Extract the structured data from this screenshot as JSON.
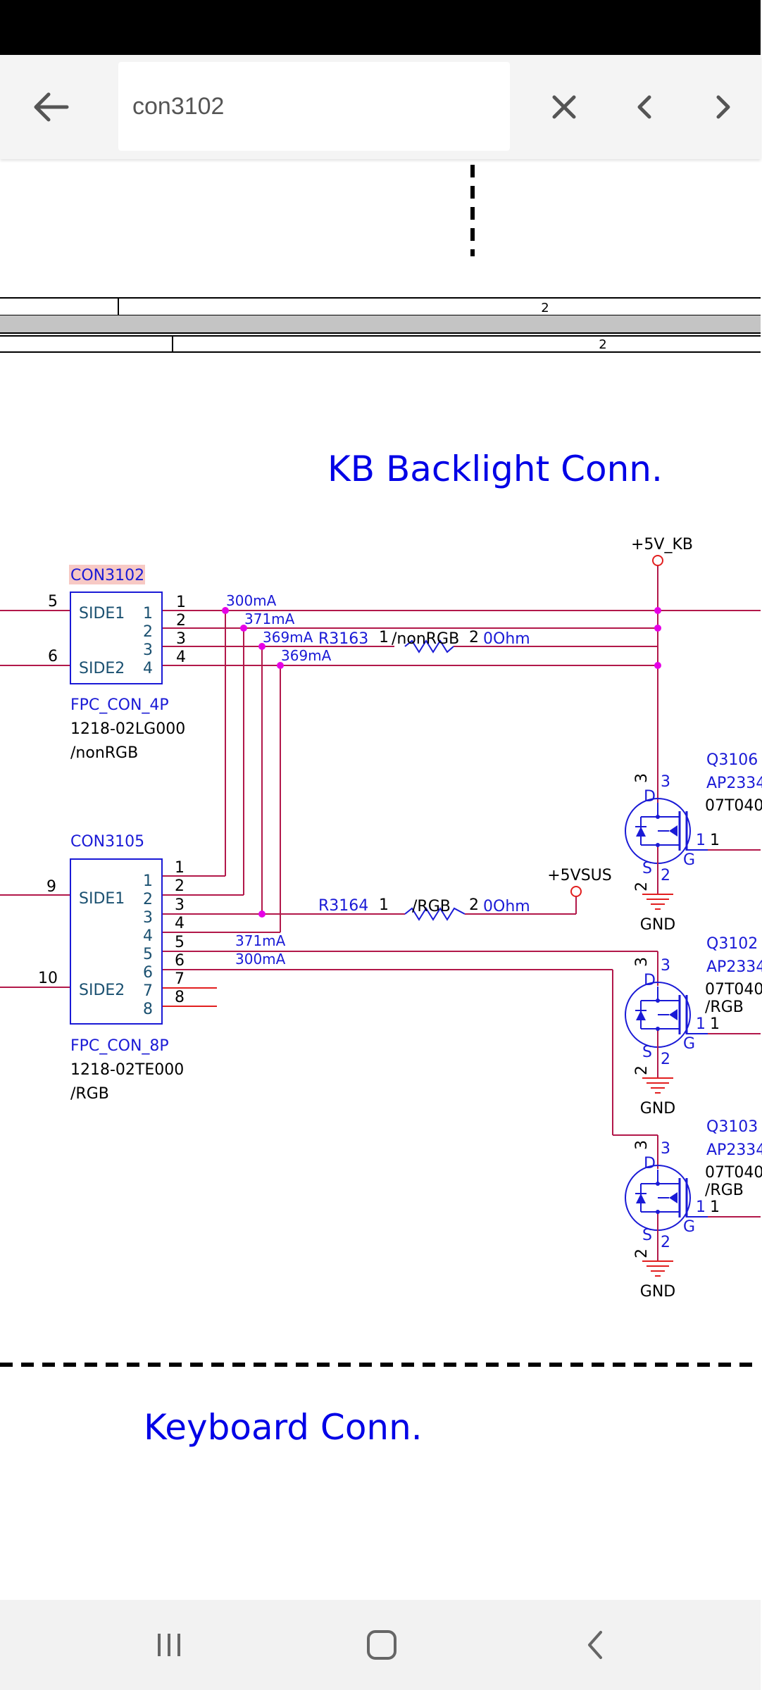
{
  "toolbar": {
    "search_value": "con3102",
    "back_icon": "arrow-left-icon",
    "clear_icon": "close-icon",
    "prev_icon": "chevron-left-icon",
    "next_icon": "chevron-right-icon"
  },
  "schematic": {
    "frame_numbers": [
      "2",
      "2"
    ],
    "section_title_1": "KB Backlight Conn.",
    "section_title_2": "Keyboard Conn.",
    "rail_kb": "+5V_KB",
    "rail_vsus": "+5VSUS",
    "gnd": "GND",
    "con3102": {
      "ref": "CON3102",
      "side1": "SIDE1",
      "side2": "SIDE2",
      "side1_pin": "5",
      "side2_pin": "6",
      "pins": [
        "1",
        "2",
        "3",
        "4"
      ],
      "footprint": "FPC_CON_4P",
      "part": "1218-02LG000",
      "variant": "/nonRGB"
    },
    "con3105": {
      "ref": "CON3105",
      "side1": "SIDE1",
      "side2": "SIDE2",
      "side1_pin": "9",
      "side2_pin": "10",
      "pins": [
        "1",
        "2",
        "3",
        "4",
        "5",
        "6",
        "7",
        "8"
      ],
      "footprint": "FPC_CON_8P",
      "part": "1218-02TE000",
      "variant": "/RGB"
    },
    "currents": {
      "c1": "300mA",
      "c2": "371mA",
      "c3": "369mA",
      "c4": "369mA",
      "c5": "371mA",
      "c6": "300mA"
    },
    "r3163": {
      "ref": "R3163",
      "pin1": "1",
      "variant": "/nonRGB",
      "pin2": "2",
      "value": "0Ohm"
    },
    "r3164": {
      "ref": "R3164",
      "pin1": "1",
      "variant": "/RGB",
      "pin2": "2",
      "value": "0Ohm"
    },
    "q3106": {
      "ref": "Q3106",
      "part": "AP2334",
      "code": "07T040",
      "variant": ""
    },
    "q3102": {
      "ref": "Q3102",
      "part": "AP2334",
      "code": "07T040",
      "variant": "/RGB"
    },
    "q3103": {
      "ref": "Q3103",
      "part": "AP2334",
      "code": "07T040",
      "variant": "/RGB"
    },
    "mosfet_labels": {
      "d": "D",
      "s": "S",
      "g": "G",
      "p1": "1",
      "p2": "2",
      "p3": "3"
    }
  },
  "navbar": {
    "recents_icon": "recents-icon",
    "home_icon": "home-icon",
    "back_icon": "back-chevron-icon"
  },
  "colors": {
    "wire": "#b2184a",
    "text_blue": "#1a1ad6",
    "title_blue": "#0000e6",
    "junction": "#e600e6",
    "power_red": "#e21f1f"
  }
}
